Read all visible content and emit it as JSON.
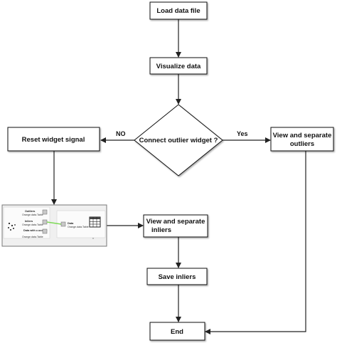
{
  "nodes": {
    "load": "Load data file",
    "visualize": "Visualize data",
    "decision": "Connect outlier widget ?",
    "reset": "Reset widget signal",
    "view_outliers": [
      "View and separate",
      "outliers"
    ],
    "view_inliers": [
      "View and separate",
      "inliers"
    ],
    "save_inliers": "Save inliers",
    "end": "End"
  },
  "edges": {
    "no_label": "NO",
    "yes_label": "Yes"
  },
  "widget_screenshot": {
    "outputs": [
      {
        "name": "Outliers",
        "type": "Orange.data.Table"
      },
      {
        "name": "Inliers",
        "type": "Orange.data.Table"
      },
      {
        "name": "Data with z-scores",
        "type": "Orange.data.Table"
      }
    ],
    "input": {
      "name": "Data",
      "type": "Orange.data.Table"
    },
    "colors": {
      "link": "#7ed957",
      "panel": "#f0f0f0"
    }
  },
  "colors": {
    "box_stroke": "#111111",
    "arrow": "#222222"
  }
}
